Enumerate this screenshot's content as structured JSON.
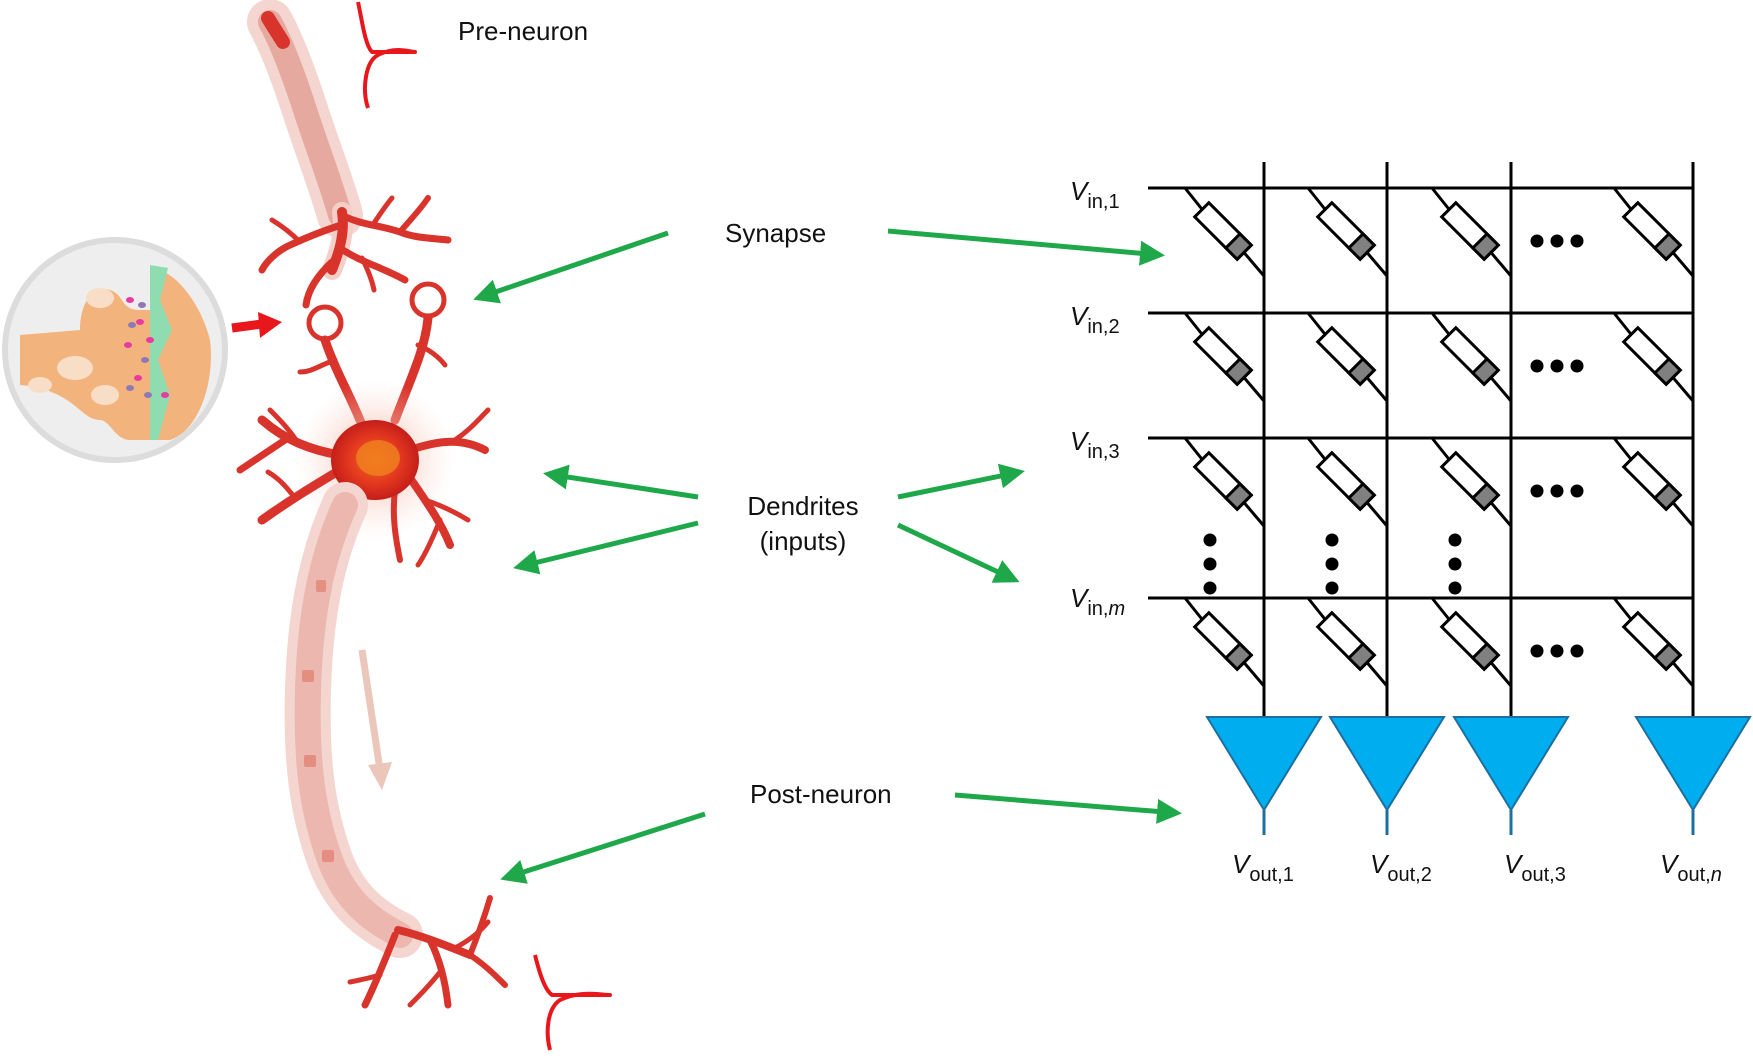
{
  "labels": {
    "pre_neuron": "Pre-neuron",
    "synapse": "Synapse",
    "dendrites_line1": "Dendrites",
    "dendrites_line2": "(inputs)",
    "post_neuron": "Post-neuron"
  },
  "inputs": [
    {
      "main": "V",
      "sub": "in,1",
      "sub_italic": ""
    },
    {
      "main": "V",
      "sub": "in,2",
      "sub_italic": ""
    },
    {
      "main": "V",
      "sub": "in,3",
      "sub_italic": ""
    },
    {
      "main": "V",
      "sub": "in,",
      "sub_italic": "m"
    }
  ],
  "outputs": [
    {
      "main": "V",
      "sub": "out,1",
      "sub_italic": ""
    },
    {
      "main": "V",
      "sub": "out,2",
      "sub_italic": ""
    },
    {
      "main": "V",
      "sub": "out,3",
      "sub_italic": ""
    },
    {
      "main": "V",
      "sub": "out,",
      "sub_italic": "n"
    }
  ],
  "colors": {
    "arrow": "#1ea84a",
    "amplifier": "#00aeef",
    "neuron": "#d9342b",
    "axon": "#f0c4bc",
    "spike": "#e8171b"
  }
}
